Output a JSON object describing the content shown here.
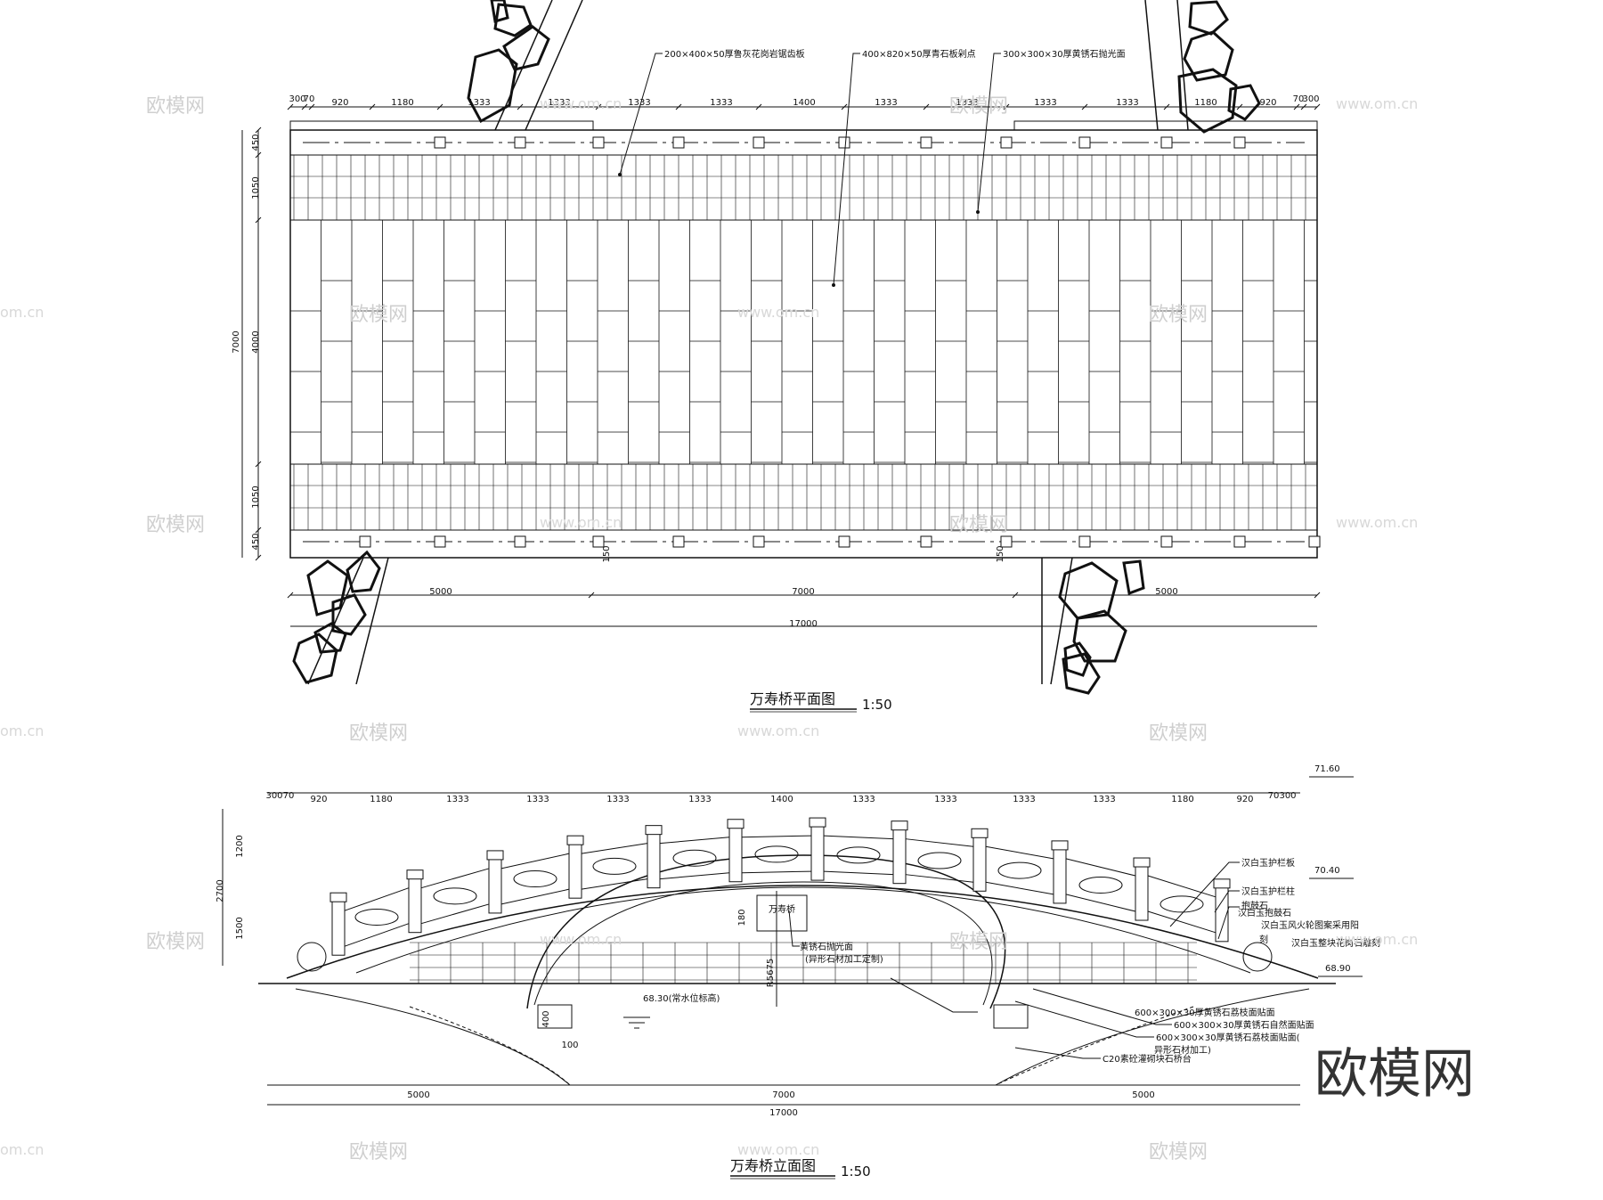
{
  "plan": {
    "title": "万寿桥平面图",
    "scale": "1:50",
    "notes": {
      "edge_board": "200×400×50厚鲁灰花岗岩锯齿板",
      "center_slab": "400×820×50厚青石板剁点",
      "side_paving": "300×300×30厚黄锈石抛光面"
    },
    "top_dims": [
      "300",
      "70",
      "920",
      "1180",
      "1333",
      "1333",
      "1333",
      "1333",
      "1400",
      "1333",
      "1333",
      "1333",
      "1333",
      "1180",
      "920",
      "70",
      "300"
    ],
    "left_dims": [
      "450",
      "1050",
      "4000",
      "1050",
      "450"
    ],
    "left_total": "7000",
    "bottom_dims": [
      "5000",
      "7000",
      "5000"
    ],
    "bottom_total": "17000",
    "small_dims": [
      "150",
      "150"
    ]
  },
  "elevation": {
    "title": "万寿桥立面图",
    "scale": "1:50",
    "bridge_name": "万寿桥",
    "top_dims": [
      "300",
      "70",
      "920",
      "1180",
      "1333",
      "1333",
      "1333",
      "1333",
      "1400",
      "1333",
      "1333",
      "1333",
      "1333",
      "1180",
      "920",
      "70",
      "300"
    ],
    "left_dims": [
      "1200",
      "1500"
    ],
    "left_total": "2700",
    "bottom_dims": [
      "5000",
      "7000",
      "5000"
    ],
    "bottom_total": "17000",
    "elevations": [
      "71.60",
      "70.40",
      "68.90"
    ],
    "water_level": "68.30(常水位标高)",
    "radius": "R5675",
    "pier_dims": [
      "400",
      "100"
    ],
    "keystone_dim": "180",
    "notes_right": [
      "汉白玉护栏板",
      "汉白玉护栏柱",
      "抱鼓石",
      "汉白玉抱鼓石",
      "汉白玉风火轮图案采用阳",
      "刻",
      "汉白玉整块花岗石雕刻"
    ],
    "notes_center": [
      "黄锈石抛光面",
      "(异形石材加工定制)"
    ],
    "notes_bottom": [
      "600×300×30厚黄锈石荔枝面贴面",
      "600×300×30厚黄锈石自然面贴面",
      "600×300×30厚黄锈石荔枝面贴面(",
      "异形石材加工)",
      "C20素砼灌砌块石桥台"
    ]
  },
  "watermarks": {
    "text": "欧模网",
    "url": "www.om.cn",
    "url_short": "om.cn",
    "big": "欧模网"
  }
}
